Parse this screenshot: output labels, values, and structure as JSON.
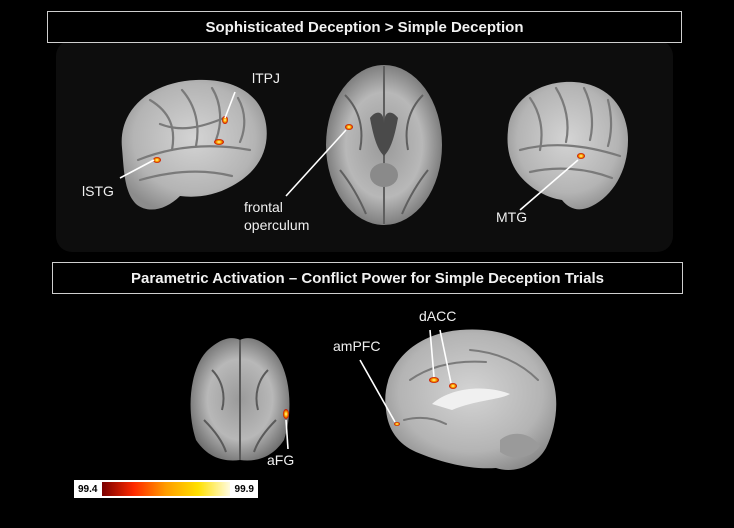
{
  "headers": {
    "top": "Sophisticated Deception > Simple Deception",
    "bottom": "Parametric Activation – Conflict Power for Simple Deception Trials"
  },
  "labels": {
    "ltpj": "lTPJ",
    "lstg": "lSTG",
    "frontal_line1": "frontal",
    "frontal_line2": "operculum",
    "mtg": "MTG",
    "dacc": "dACC",
    "ampfc": "amPFC",
    "afg": "aFG"
  },
  "colorbar": {
    "min": "99.4",
    "max": "99.9",
    "colors": [
      "#7a0000",
      "#ff2a00",
      "#ff9d00",
      "#ffe000",
      "#fffbe0"
    ]
  }
}
